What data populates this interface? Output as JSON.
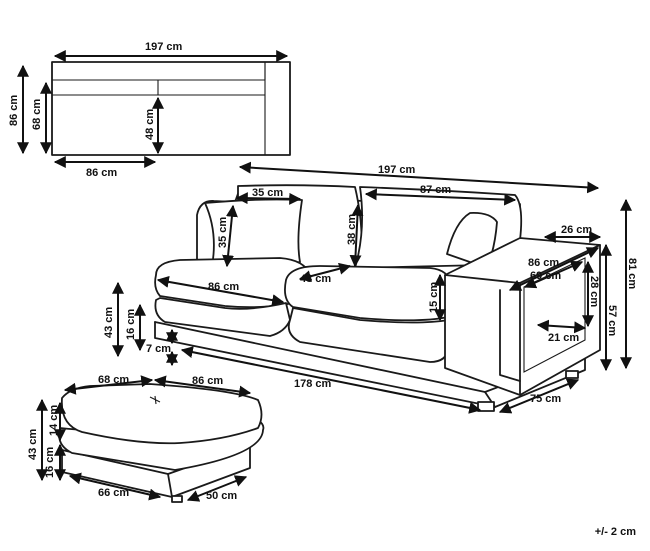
{
  "labels": {
    "top_width": "197 cm",
    "top_depth": "86 cm",
    "top_height": "86 cm",
    "top_height2": "68 cm",
    "top_mid": "48 cm",
    "main_width": "197 cm",
    "cushion_top_a": "35 cm",
    "cushion_top_b": "87 cm",
    "arm_width": "26 cm",
    "pillow_height": "35 cm",
    "back_height": "38 cm",
    "seat_width": "86 cm",
    "seat_depth": "48 cm",
    "arm_depth": "86 cm",
    "arm_inner": "69 cm",
    "arm_side_h": "28 cm",
    "overall_h": "81 cm",
    "arm_h": "57 cm",
    "arm_bottom": "21 cm",
    "arm_thick": "15 cm",
    "seat_h": "43 cm",
    "seat_cushion": "16 cm",
    "leg_h": "7 cm",
    "base_len": "178 cm",
    "base_depth": "75 cm",
    "ott_top_a": "68 cm",
    "ott_top_b": "86 cm",
    "ott_h": "43 cm",
    "ott_cushion1": "14 cm",
    "ott_cushion2": "16 cm",
    "ott_base_a": "66 cm",
    "ott_base_b": "50 cm",
    "tolerance": "+/- 2 cm"
  },
  "colors": {
    "line": "#1a1a1a",
    "background": "#ffffff"
  }
}
